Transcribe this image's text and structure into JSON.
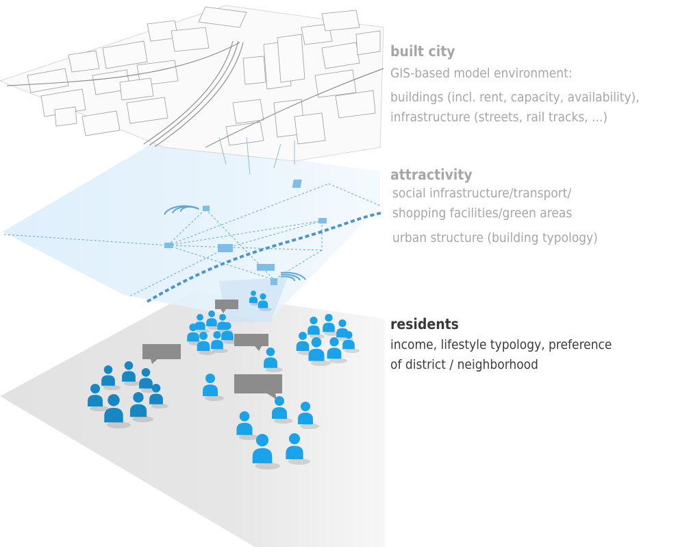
{
  "layers": {
    "built_city": {
      "title": "built city",
      "lines": [
        "GIS-based model environment:",
        "buildings (incl. rent, capacity, availability),",
        "infrastructure (streets, rail tracks, ...)"
      ]
    },
    "attractivity": {
      "title": "attractivity",
      "lines": [
        "social infrastructure/transport/",
        "shopping facilities/green areas",
        "urban structure (building typology)"
      ]
    },
    "residents": {
      "title": "residents",
      "lines": [
        "income, lifestyle typology, preference",
        "of district / neighborhood"
      ]
    }
  },
  "colors": {
    "label_grey": "#a6a6a6",
    "label_dark": "#3a3a3a",
    "resident_blue": "#1aa3e8",
    "resident_blue_dark": "#1687c3",
    "attractivity_blue": "#cfe6f7",
    "residents_plane": "#d9d9d9",
    "speech_bubble": "#8c8c8c"
  }
}
